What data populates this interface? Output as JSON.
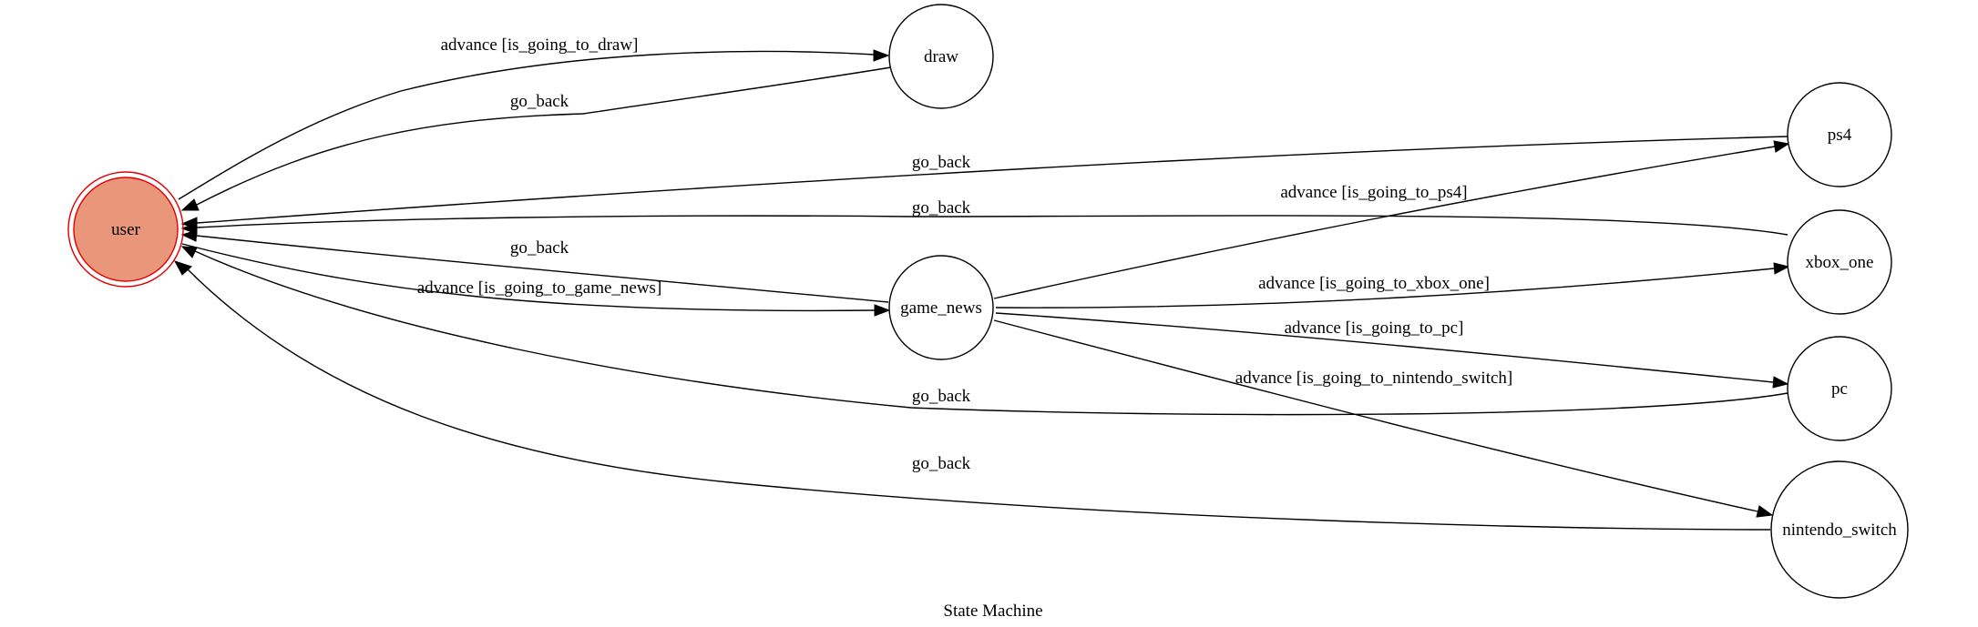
{
  "diagram": {
    "caption": "State Machine",
    "colors": {
      "initial_fill": "#e9967a",
      "initial_stroke": "#e00000",
      "stroke": "#000000"
    },
    "nodes": {
      "user": "user",
      "draw": "draw",
      "game_news": "game_news",
      "ps4": "ps4",
      "xbox_one": "xbox_one",
      "pc": "pc",
      "nintendo_switch": "nintendo_switch"
    },
    "edges": {
      "user_to_draw": "advance [is_going_to_draw]",
      "draw_to_user": "go_back",
      "ps4_to_user": "go_back",
      "xbox_one_to_user": "go_back",
      "game_news_to_user": "go_back",
      "user_to_game_news": "advance [is_going_to_game_news]",
      "game_news_to_ps4": "advance [is_going_to_ps4]",
      "game_news_to_xbox_one": "advance [is_going_to_xbox_one]",
      "game_news_to_pc": "advance [is_going_to_pc]",
      "game_news_to_nintendo_switch": "advance [is_going_to_nintendo_switch]",
      "pc_to_user": "go_back",
      "nintendo_switch_to_user": "go_back"
    }
  }
}
